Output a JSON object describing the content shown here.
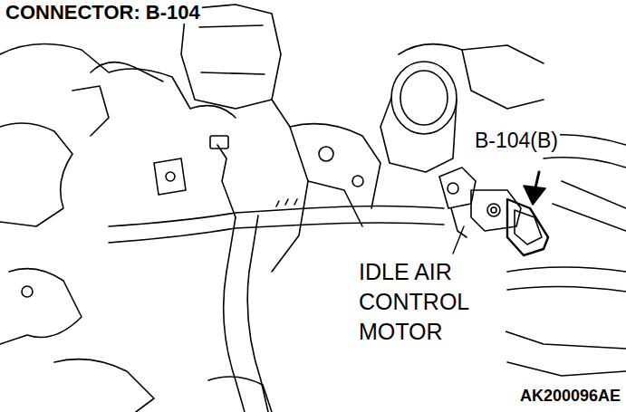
{
  "diagram": {
    "title": "CONNECTOR: B-104",
    "labels": [
      "B-104(B)",
      "IDLE AIR CONTROL MOTOR",
      "AK200096AE"
    ]
  }
}
